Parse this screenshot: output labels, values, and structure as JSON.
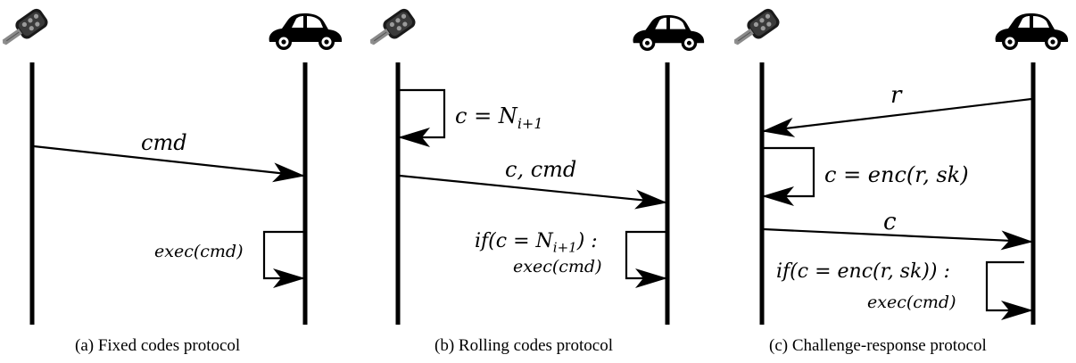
{
  "panels": [
    {
      "caption": "(a) Fixed codes protocol",
      "messages": [
        {
          "label": "cmd"
        }
      ],
      "self_actions": [
        {
          "label": "exec(cmd)"
        }
      ]
    },
    {
      "caption": "(b) Rolling codes protocol",
      "messages": [
        {
          "label": "c, cmd"
        }
      ],
      "self_actions": [
        {
          "label": "c = N",
          "subscript": "i+1"
        },
        {
          "label": "if(c = N",
          "subscript": "i+1",
          "suffix": ") :",
          "line2": "exec(cmd)"
        }
      ]
    },
    {
      "caption": "(c) Challenge-response protocol",
      "messages": [
        {
          "label": "r"
        },
        {
          "label": "c"
        }
      ],
      "self_actions": [
        {
          "label": "c = enc(r, sk)"
        },
        {
          "label": "if(c = enc(r, sk)) :",
          "line2": "exec(cmd)"
        }
      ]
    }
  ],
  "icons": {
    "left": "car-key-fob-icon",
    "right": "car-icon"
  }
}
